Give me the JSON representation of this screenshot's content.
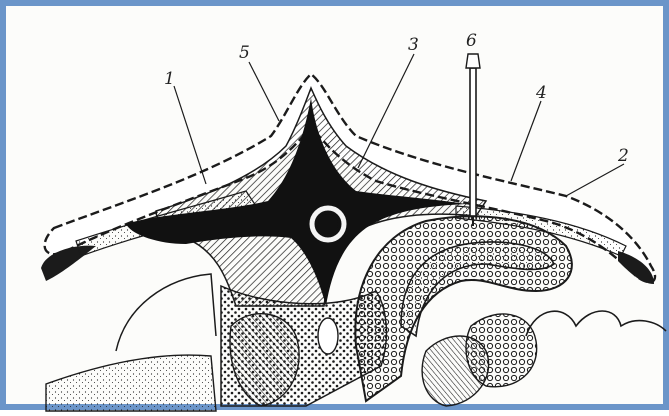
{
  "colors": {
    "frame": "#6b95c9",
    "ink": "#1b1b1b",
    "paper": "#fcfcfa"
  },
  "labels": {
    "l1": "1",
    "l2": "2",
    "l3": "3",
    "l4": "4",
    "l5": "5",
    "l6": "6"
  }
}
